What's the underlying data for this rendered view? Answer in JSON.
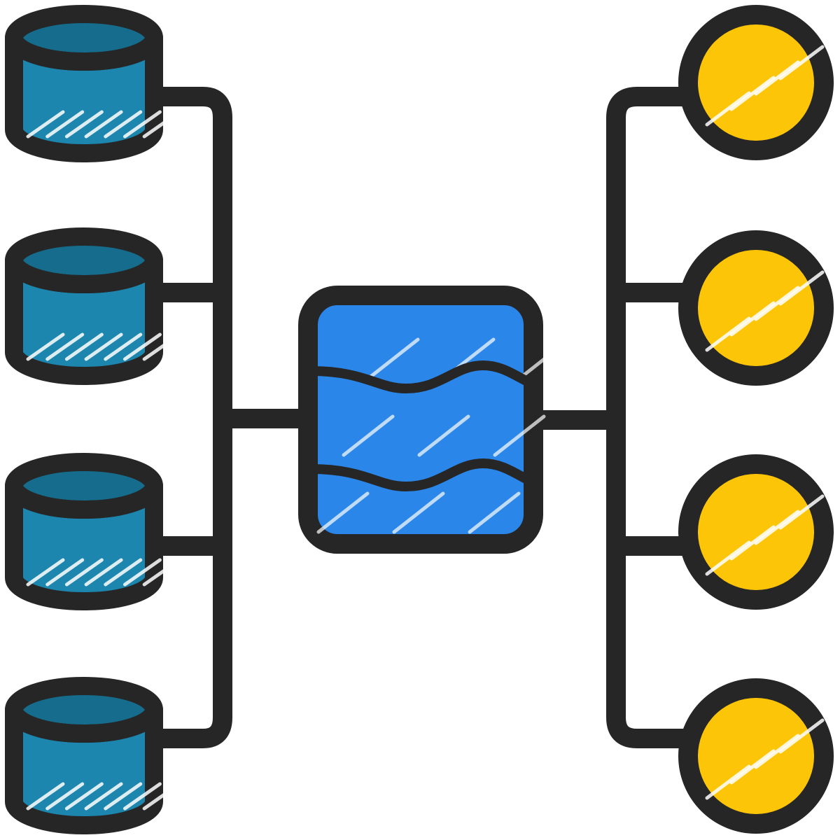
{
  "diagram": {
    "subject": "data-lake",
    "sources": [
      {
        "kind": "database"
      },
      {
        "kind": "database"
      },
      {
        "kind": "database"
      },
      {
        "kind": "database"
      }
    ],
    "hub": {
      "kind": "lake"
    },
    "outputs": [
      {
        "kind": "node"
      },
      {
        "kind": "node"
      },
      {
        "kind": "node"
      },
      {
        "kind": "node"
      }
    ]
  },
  "colors": {
    "stroke": "#262626",
    "database_body": "#1C86AE",
    "database_top": "#156C8C",
    "lake": "#2A86E8",
    "node": "#FCC508",
    "background": "#FFFFFF"
  }
}
